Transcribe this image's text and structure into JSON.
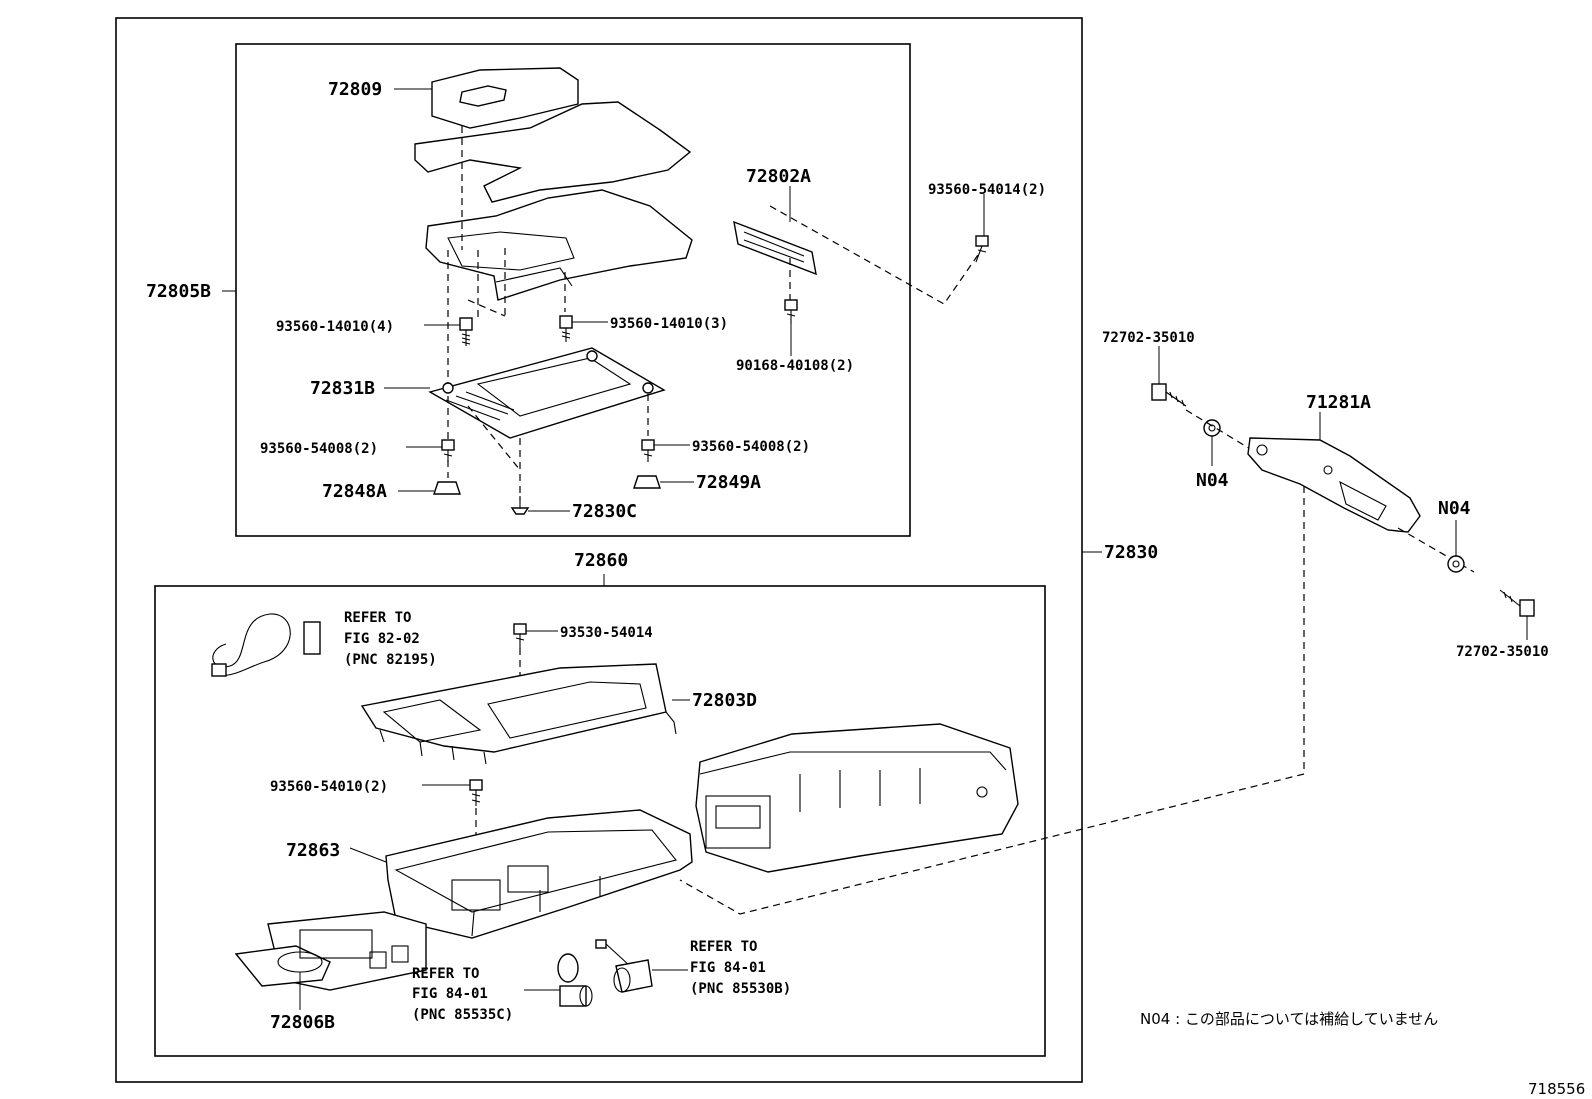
{
  "labels": {
    "p72809": "72809",
    "p72802A": "72802A",
    "p93560_54014_2": "93560-54014(2)",
    "p72805B": "72805B",
    "p93560_14010_4": "93560-14010(4)",
    "p93560_14010_3": "93560-14010(3)",
    "p90168_40108_2": "90168-40108(2)",
    "p72831B": "72831B",
    "p93560_54008_2_left": "93560-54008(2)",
    "p93560_54008_2_right": "93560-54008(2)",
    "p72848A": "72848A",
    "p72849A": "72849A",
    "p72830C": "72830C",
    "p72860": "72860",
    "p72830": "72830",
    "p72702_35010_top": "72702-35010",
    "p71281A": "71281A",
    "n04_left": "N04",
    "n04_right": "N04",
    "p72702_35010_bottom": "72702-35010",
    "p93530_54014": "93530-54014",
    "p72803D": "72803D",
    "p93560_54010_2": "93560-54010(2)",
    "p72863": "72863",
    "p72806B": "72806B"
  },
  "references": {
    "ref_82_02": {
      "line1": "REFER TO",
      "line2": "FIG 82-02",
      "line3": "(PNC 82195)"
    },
    "ref_84_01_a": {
      "line1": "REFER TO",
      "line2": "FIG 84-01",
      "line3": "(PNC 85535C)"
    },
    "ref_84_01_b": {
      "line1": "REFER TO",
      "line2": "FIG 84-01",
      "line3": "(PNC 85530B)"
    }
  },
  "footnote": "N04 : この部品については補給していません",
  "diagram_id": "718556"
}
